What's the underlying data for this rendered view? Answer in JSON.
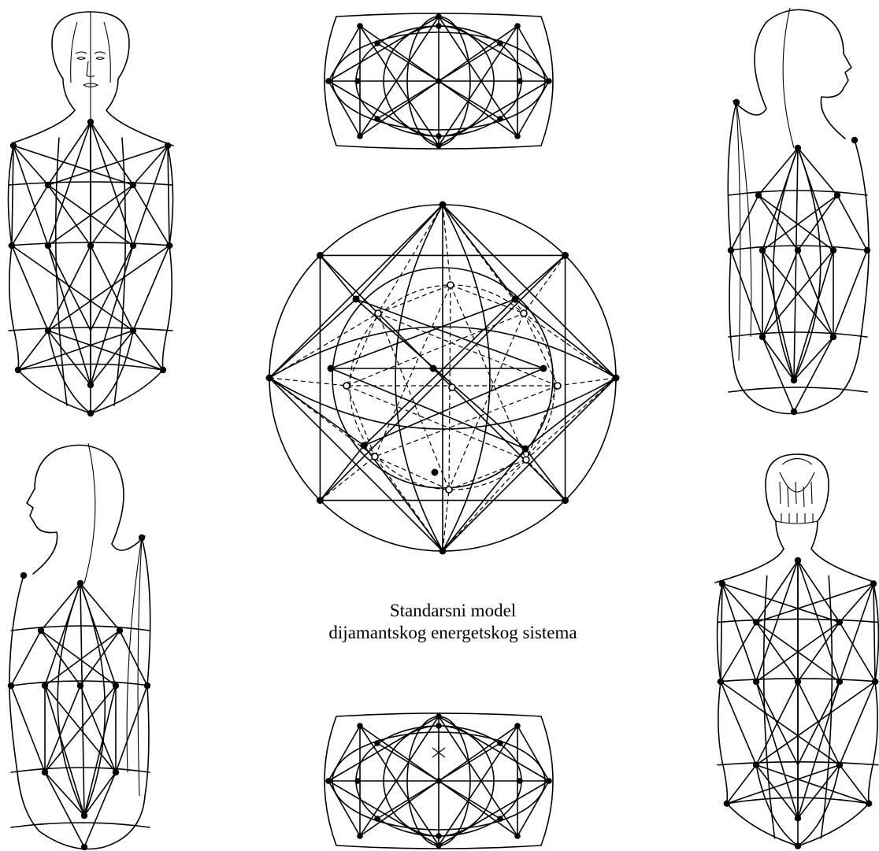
{
  "caption": {
    "line1": "Standarsni model",
    "line2": "dijamantskog energetskog sistema"
  },
  "figures": [
    {
      "id": "front-figure",
      "view": "front"
    },
    {
      "id": "back-figure",
      "view": "back"
    },
    {
      "id": "side-right-figure",
      "view": "side facing right"
    },
    {
      "id": "side-left-figure",
      "view": "side facing left"
    },
    {
      "id": "top-view-ellipse",
      "view": "top"
    },
    {
      "id": "bottom-view-ellipse",
      "view": "bottom"
    },
    {
      "id": "central-diamond-sphere",
      "view": "standard model"
    }
  ],
  "colors": {
    "ink": "#000000",
    "background": "#ffffff"
  }
}
